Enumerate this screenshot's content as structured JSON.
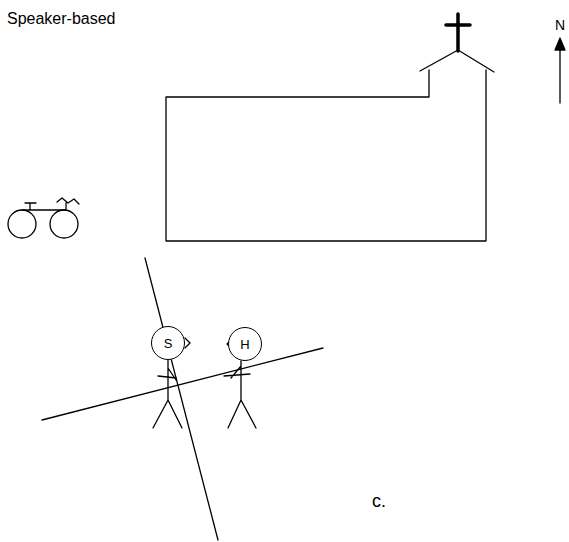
{
  "diagram": {
    "title": "Speaker-based",
    "nodes": [
      {
        "text": [
          "S"
        ]
      },
      {
        "text": [
          "H"
        ]
      }
    ],
    "labels": [
      "N",
      "c."
    ]
  }
}
